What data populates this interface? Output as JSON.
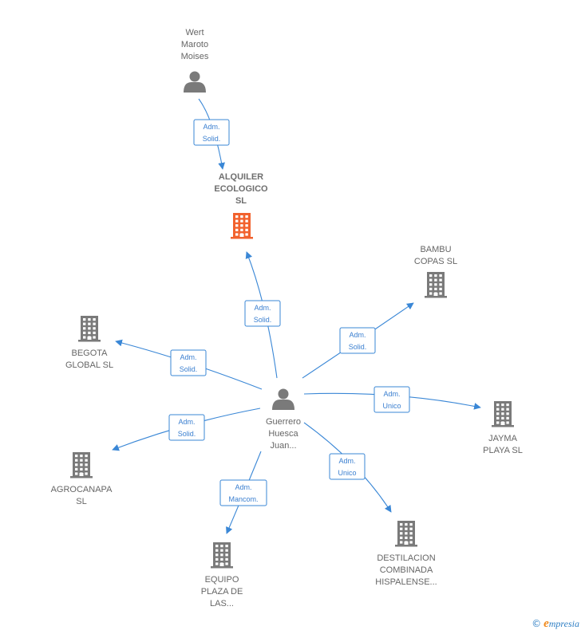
{
  "colors": {
    "edge": "#3a87d6",
    "company_focus": "#f2622e",
    "company": "#7a7a7a",
    "person": "#7a7a7a"
  },
  "nodes": [
    {
      "id": "wert",
      "kind": "person",
      "icon": "person-icon",
      "lines": [
        "Wert",
        "Maroto",
        "Moises"
      ]
    },
    {
      "id": "alquiler",
      "kind": "company-focus",
      "icon": "building-icon",
      "lines": [
        "ALQUILER",
        "ECOLOGICO",
        "SL"
      ]
    },
    {
      "id": "bambu",
      "kind": "company",
      "icon": "building-icon",
      "lines": [
        "BAMBU",
        "COPAS SL"
      ]
    },
    {
      "id": "begota",
      "kind": "company",
      "icon": "building-icon",
      "lines": [
        "BEGOTA",
        "GLOBAL  SL"
      ]
    },
    {
      "id": "guerrero",
      "kind": "person",
      "icon": "person-icon",
      "lines": [
        "Guerrero",
        "Huesca",
        "Juan..."
      ]
    },
    {
      "id": "jayma",
      "kind": "company",
      "icon": "building-icon",
      "lines": [
        "JAYMA",
        "PLAYA SL"
      ]
    },
    {
      "id": "agrocanapa",
      "kind": "company",
      "icon": "building-icon",
      "lines": [
        "AGROCANAPA",
        "SL"
      ]
    },
    {
      "id": "destilacion",
      "kind": "company",
      "icon": "building-icon",
      "lines": [
        "DESTILACION",
        "COMBINADA",
        "HISPALENSE..."
      ]
    },
    {
      "id": "equipo",
      "kind": "company",
      "icon": "building-icon",
      "lines": [
        "EQUIPO",
        "PLAZA DE",
        "LAS..."
      ]
    }
  ],
  "edges": [
    {
      "from": "wert",
      "to": "alquiler",
      "label": [
        "Adm.",
        "Solid."
      ]
    },
    {
      "from": "guerrero",
      "to": "alquiler",
      "label": [
        "Adm.",
        "Solid."
      ]
    },
    {
      "from": "guerrero",
      "to": "bambu",
      "label": [
        "Adm.",
        "Solid."
      ]
    },
    {
      "from": "guerrero",
      "to": "begota",
      "label": [
        "Adm.",
        "Solid."
      ]
    },
    {
      "from": "guerrero",
      "to": "jayma",
      "label": [
        "Adm.",
        "Unico"
      ]
    },
    {
      "from": "guerrero",
      "to": "agrocanapa",
      "label": [
        "Adm.",
        "Solid."
      ]
    },
    {
      "from": "guerrero",
      "to": "destilacion",
      "label": [
        "Adm.",
        "Unico"
      ]
    },
    {
      "from": "guerrero",
      "to": "equipo",
      "label": [
        "Adm.",
        "Mancom."
      ]
    }
  ],
  "footer": {
    "copyright": "©",
    "brand_initial": "e",
    "brand_rest": "mpresia"
  }
}
